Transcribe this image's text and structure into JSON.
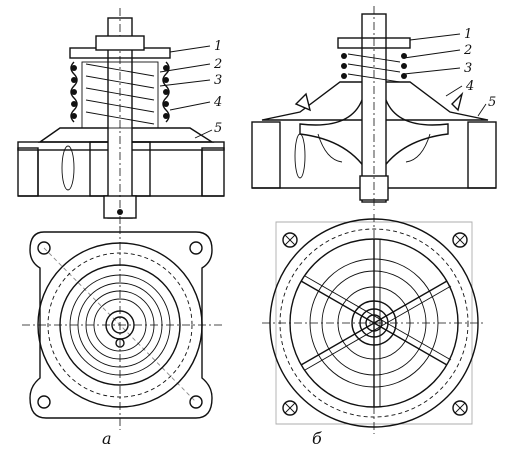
{
  "figure": {
    "callouts_a": [
      "1",
      "2",
      "3",
      "4",
      "5"
    ],
    "callouts_b": [
      "1",
      "2",
      "3",
      "4",
      "5"
    ],
    "caption_a": "а",
    "caption_b": "б"
  }
}
